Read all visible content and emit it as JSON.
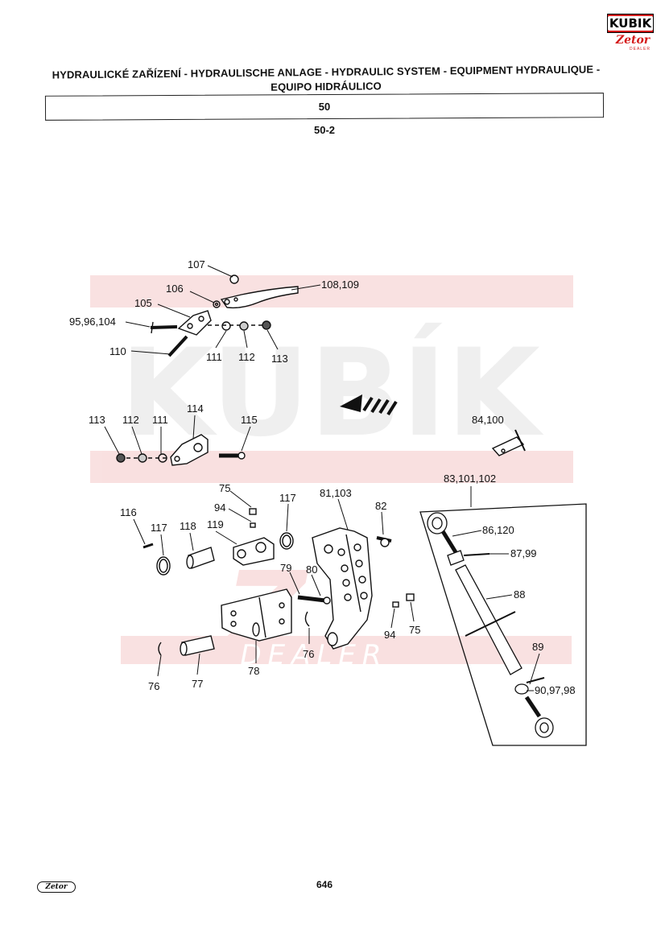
{
  "header": {
    "title_line1": "HYDRAULICKÉ ZAŘÍZENÍ - HYDRAULISCHE ANLAGE - HYDRAULIC SYSTEM - EQUIPMENT HYDRAULIQUE -",
    "title_line2": "EQUIPO HIDRÁULICO",
    "section": "50",
    "subsection": "50-2"
  },
  "logo": {
    "brand": "KUBIK",
    "sub_brand": "Zetor",
    "tagline": "DEALER",
    "watermark_text": "KUBÍK",
    "watermark_sub": "DEALER",
    "accent_color": "#d41a1a"
  },
  "labels": {
    "l107": "107",
    "l106": "106",
    "l108": "108,109",
    "l105": "105",
    "l95": "95,96,104",
    "l110": "110",
    "l111a": "111",
    "l112a": "112",
    "l113a": "113",
    "l113b": "113",
    "l112b": "112",
    "l111b": "111",
    "l114": "114",
    "l115": "115",
    "l84": "84,100",
    "l83": "83,101,102",
    "l75a": "75",
    "l94a": "94",
    "l117a": "117",
    "l81": "81,103",
    "l82": "82",
    "l116": "116",
    "l117b": "117",
    "l118": "118",
    "l119": "119",
    "l86": "86,120",
    "l87": "87,99",
    "l79": "79",
    "l80": "80",
    "l88": "88",
    "l94b": "94",
    "l75b": "75",
    "l76a": "76",
    "l89": "89",
    "l76b": "76",
    "l77": "77",
    "l78": "78",
    "l90": "90,97,98"
  },
  "footer": {
    "page_number": "646",
    "logo_text": "Zetor"
  }
}
